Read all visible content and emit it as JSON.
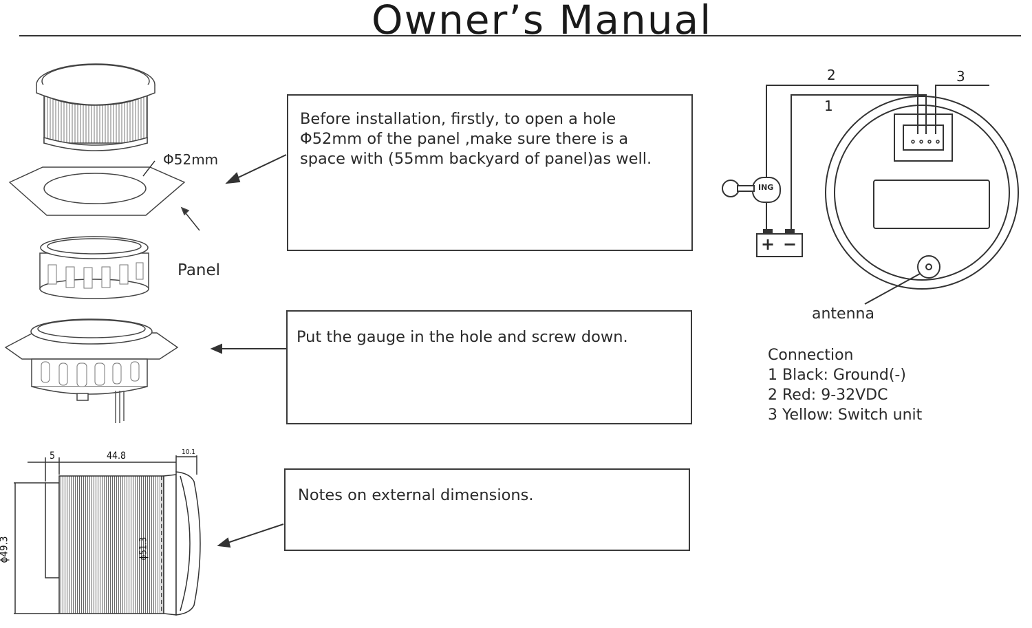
{
  "header": {
    "title": "Owner’s Manual"
  },
  "steps": [
    {
      "text": "Before installation, firstly, to open a hole\nΦ52mm of the panel ,make sure there is a\nspace with (55mm backyard of panel)as well."
    },
    {
      "text": "Put the gauge in the hole and screw down."
    },
    {
      "text": "Notes on external dimensions."
    }
  ],
  "labels": {
    "hole": "Φ52mm",
    "panel": "Panel",
    "antenna": "antenna",
    "ing": "ING",
    "battery_plus": "+",
    "battery_minus": "−"
  },
  "wires": {
    "w1": "1",
    "w2": "2",
    "w3": "3"
  },
  "connection": {
    "heading": "Connection",
    "items": [
      "1 Black: Ground(-)",
      "2 Red: 9-32VDC",
      "3 Yellow: Switch unit"
    ]
  },
  "dimensions": {
    "flange": "5",
    "body": "44.8",
    "bezel": "10.1",
    "outer_dia": "ϕ49.3",
    "inner_dia": "ϕ51.3"
  },
  "colors": {
    "line": "#333333",
    "text": "#2a2a2a",
    "background": "#ffffff"
  }
}
